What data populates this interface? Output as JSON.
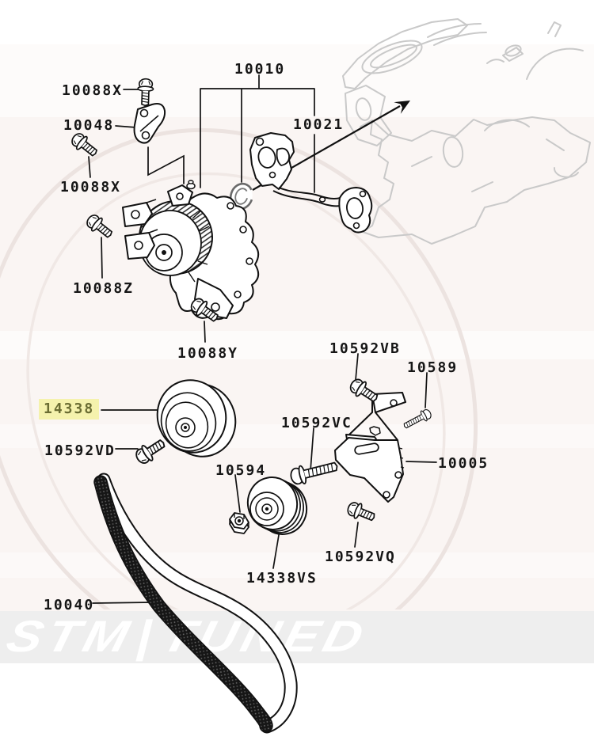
{
  "diagram": {
    "highlighted_part": "14338",
    "watermark": {
      "brand": "STM",
      "divider": "|",
      "suffix": "TUNED"
    },
    "labels": [
      {
        "part": "10088X"
      },
      {
        "part": "10048"
      },
      {
        "part": "10088X"
      },
      {
        "part": "10088Z"
      },
      {
        "part": "10088Y"
      },
      {
        "part": "10010"
      },
      {
        "part": "10021"
      },
      {
        "part": "10592VB"
      },
      {
        "part": "10589"
      },
      {
        "part": "10592VC"
      },
      {
        "part": "10005"
      },
      {
        "part": "10592VQ"
      },
      {
        "part": "10594"
      },
      {
        "part": "14338VS"
      },
      {
        "part": "14338"
      },
      {
        "part": "10592VD"
      },
      {
        "part": "10040"
      }
    ],
    "colors": {
      "line": "#111111",
      "ghost_outline": "#c9c9c9",
      "highlight_bg": "#f5f2ad",
      "highlight_text": "#6b6d33",
      "watermark_band": "#eeeeee",
      "watermark_text": "#ffffff",
      "background_tint": "#f9f2ef"
    }
  }
}
